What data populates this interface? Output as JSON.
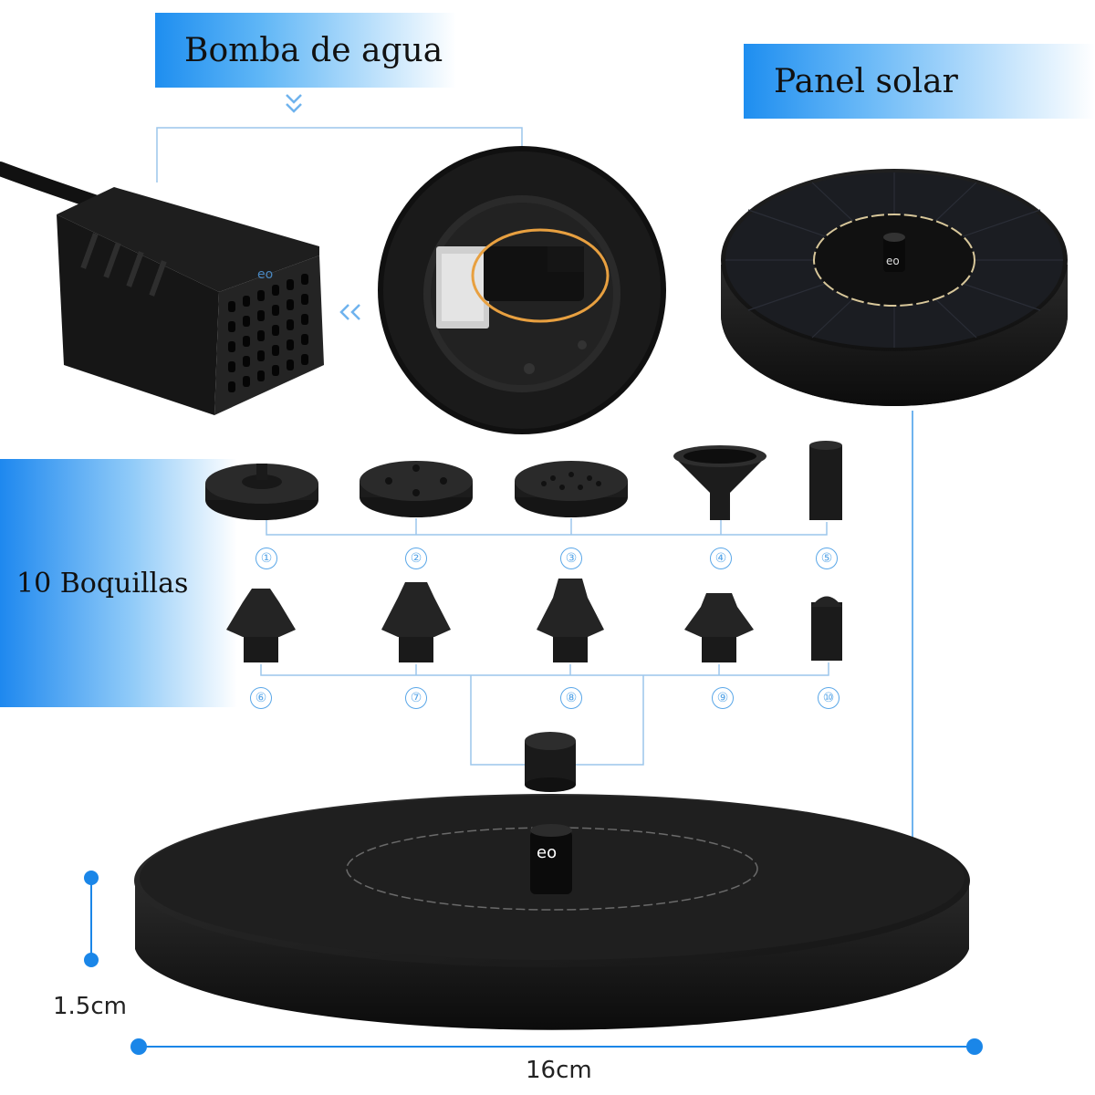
{
  "labels": {
    "pump": "Bomba de agua",
    "panel": "Panel solar",
    "nozzles": "10 Boquillas"
  },
  "nozzle_numbers": [
    "①",
    "②",
    "③",
    "④",
    "⑤",
    "⑥",
    "⑦",
    "⑧",
    "⑨",
    "⑩"
  ],
  "dimensions": {
    "height": "1.5cm",
    "width": "16cm"
  },
  "brand_logo": "eo",
  "colors": {
    "accent_blue": "#1e8ef0",
    "line_blue": "#7fb8ea",
    "dim_blue": "#1a86e8",
    "product_black": "#151515"
  }
}
